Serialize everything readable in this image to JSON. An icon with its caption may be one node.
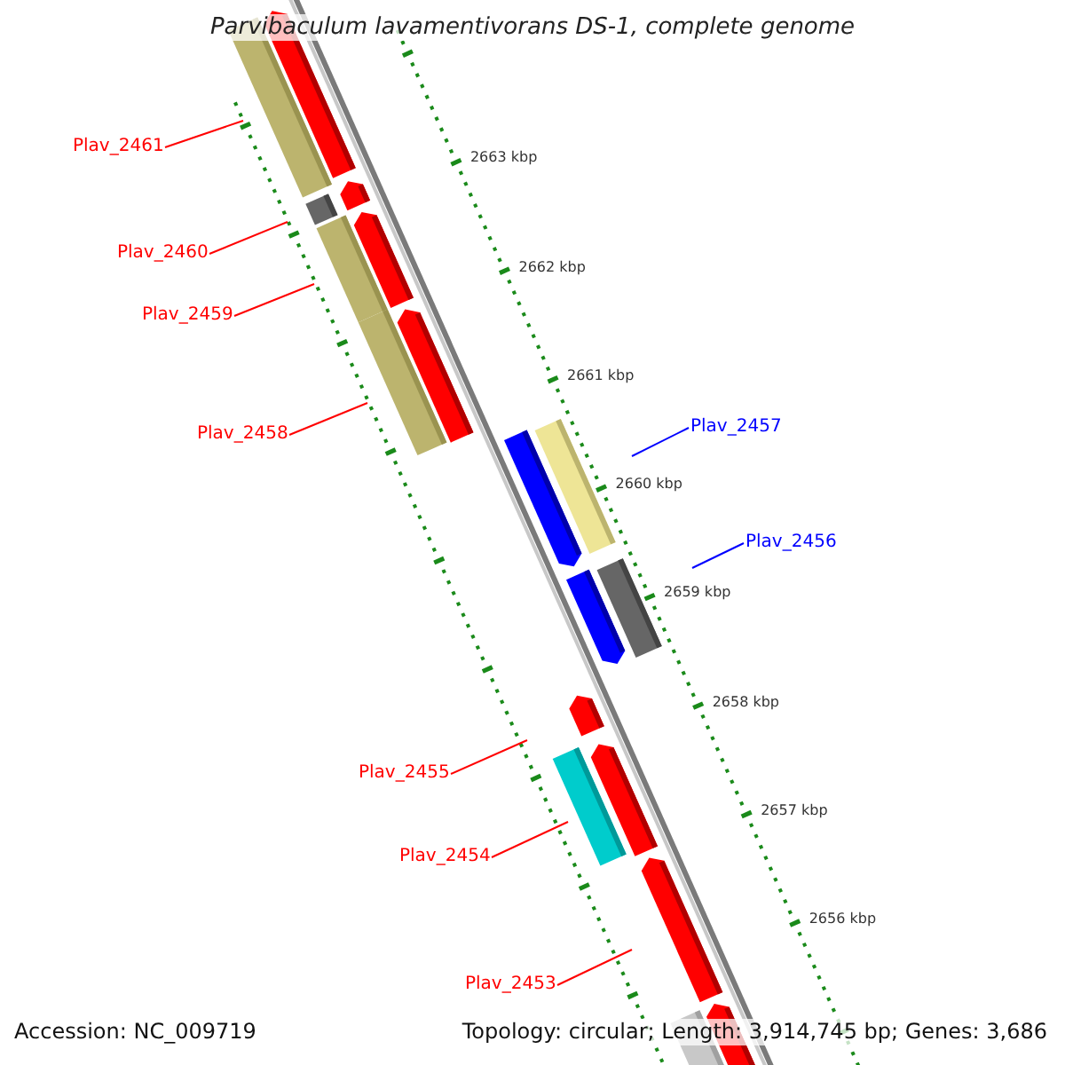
{
  "diagram": {
    "title": "Parvibaculum lavamentivorans DS-1, complete genome",
    "nodes": [
      {
        "text": [
          "Plav_2461"
        ]
      },
      {
        "text": [
          "Plav_2460"
        ]
      },
      {
        "text": [
          "Plav_2459"
        ]
      },
      {
        "text": [
          "Plav_2458"
        ]
      },
      {
        "text": [
          "Plav_2457"
        ]
      },
      {
        "text": [
          "Plav_2456"
        ]
      },
      {
        "text": [
          "Plav_2455"
        ]
      },
      {
        "text": [
          "Plav_2454"
        ]
      },
      {
        "text": [
          "Plav_2453"
        ]
      }
    ],
    "edges": [
      {
        "from": 0,
        "to": null,
        "arrow": "none"
      },
      {
        "from": 1,
        "to": null,
        "arrow": "none"
      },
      {
        "from": 2,
        "to": null,
        "arrow": "none"
      },
      {
        "from": 3,
        "to": null,
        "arrow": "none"
      },
      {
        "from": 4,
        "to": null,
        "arrow": "none",
        "color": "#0000ff"
      },
      {
        "from": 5,
        "to": null,
        "arrow": "none",
        "color": "#0000ff"
      },
      {
        "from": 6,
        "to": null,
        "arrow": "none"
      },
      {
        "from": 7,
        "to": null,
        "arrow": "none"
      },
      {
        "from": 8,
        "to": null,
        "arrow": "none"
      }
    ],
    "labels": [
      "2663 kbp",
      "2662 kbp",
      "2661 kbp",
      "2660 kbp",
      "2659 kbp",
      "2658 kbp",
      "2657 kbp",
      "2656 kbp",
      "Accession: NC_009719",
      "Topology: circular; Length: 3,914,745 bp; Genes: 3,686"
    ]
  }
}
